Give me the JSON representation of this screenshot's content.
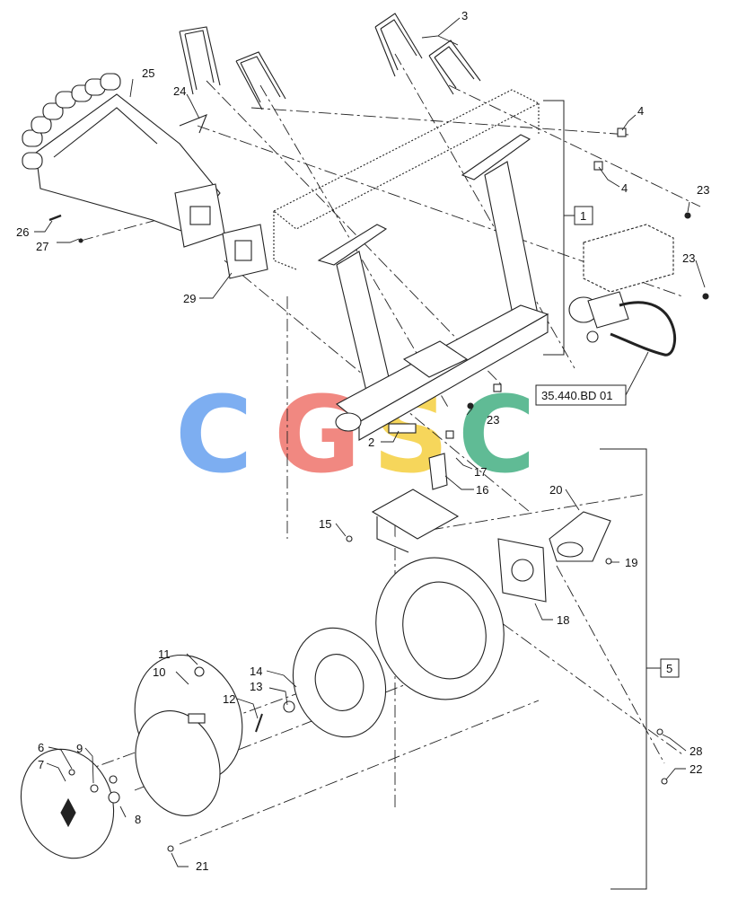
{
  "diagram": {
    "callouts": [
      {
        "id": "c3",
        "label": "3"
      },
      {
        "id": "c4a",
        "label": "4"
      },
      {
        "id": "c4b",
        "label": "4"
      },
      {
        "id": "c23a",
        "label": "23"
      },
      {
        "id": "c23b",
        "label": "23"
      },
      {
        "id": "c23c",
        "label": "23"
      },
      {
        "id": "c24",
        "label": "24"
      },
      {
        "id": "c25",
        "label": "25"
      },
      {
        "id": "c26",
        "label": "26"
      },
      {
        "id": "c27",
        "label": "27"
      },
      {
        "id": "c29",
        "label": "29"
      },
      {
        "id": "c2",
        "label": "2"
      },
      {
        "id": "c17",
        "label": "17"
      },
      {
        "id": "c16",
        "label": "16"
      },
      {
        "id": "c15",
        "label": "15"
      },
      {
        "id": "c20",
        "label": "20"
      },
      {
        "id": "c19",
        "label": "19"
      },
      {
        "id": "c18",
        "label": "18"
      },
      {
        "id": "c11",
        "label": "11"
      },
      {
        "id": "c10",
        "label": "10"
      },
      {
        "id": "c14",
        "label": "14"
      },
      {
        "id": "c12",
        "label": "12"
      },
      {
        "id": "c13",
        "label": "13"
      },
      {
        "id": "c6",
        "label": "6"
      },
      {
        "id": "c7",
        "label": "7"
      },
      {
        "id": "c9",
        "label": "9"
      },
      {
        "id": "c8",
        "label": "8"
      },
      {
        "id": "c21",
        "label": "21"
      },
      {
        "id": "c28",
        "label": "28"
      },
      {
        "id": "c22",
        "label": "22"
      }
    ],
    "boxed_refs": {
      "assembly_1": "1",
      "assembly_5": "5",
      "ref_page": "35.440.BD 01"
    },
    "watermark": {
      "letters": [
        "C",
        "G",
        "S",
        "C"
      ],
      "colors": [
        "#6fa6f0",
        "#f07c74",
        "#f6d24a",
        "#4fb48a"
      ]
    }
  }
}
